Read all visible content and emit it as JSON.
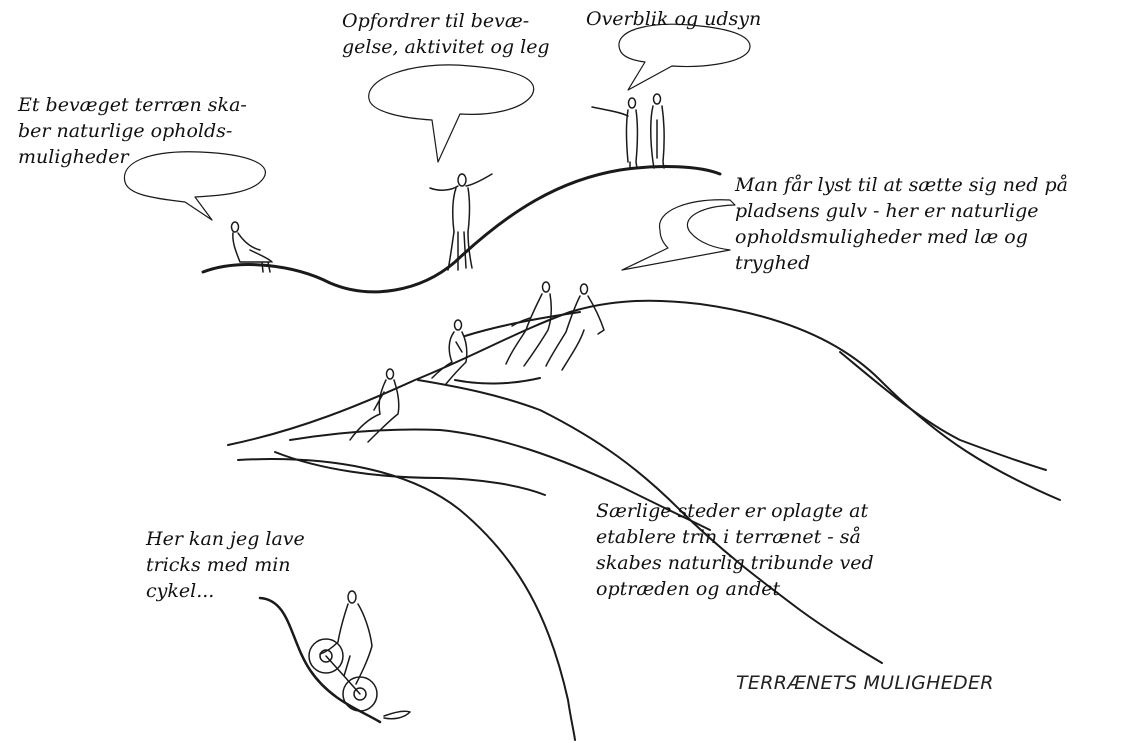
{
  "caption": "TERRÆNETS MULIGHEDER",
  "notes": {
    "terrain": {
      "lines": [
        "Et bevæget terræn ska-",
        "ber naturlige opholds-",
        "muligheder"
      ]
    },
    "movement": {
      "lines": [
        "Opfordrer til bevæ-",
        "gelse, aktivitet og leg"
      ]
    },
    "overview": {
      "lines": [
        "Overblik og udsyn"
      ]
    },
    "floor": {
      "lines": [
        "Man får lyst til at sætte sig ned på",
        "pladsens gulv - her er naturlige",
        "opholdsmuligheder med læ og",
        "tryghed"
      ]
    },
    "steps": {
      "lines": [
        "Særlige steder er oplagte at",
        "etablere trin i terrænet - så",
        "skabes naturlig tribunde ved",
        "optræden og andet"
      ]
    },
    "bike": {
      "lines": [
        "Her kan jeg lave",
        "tricks med  min",
        "cykel..."
      ]
    }
  }
}
